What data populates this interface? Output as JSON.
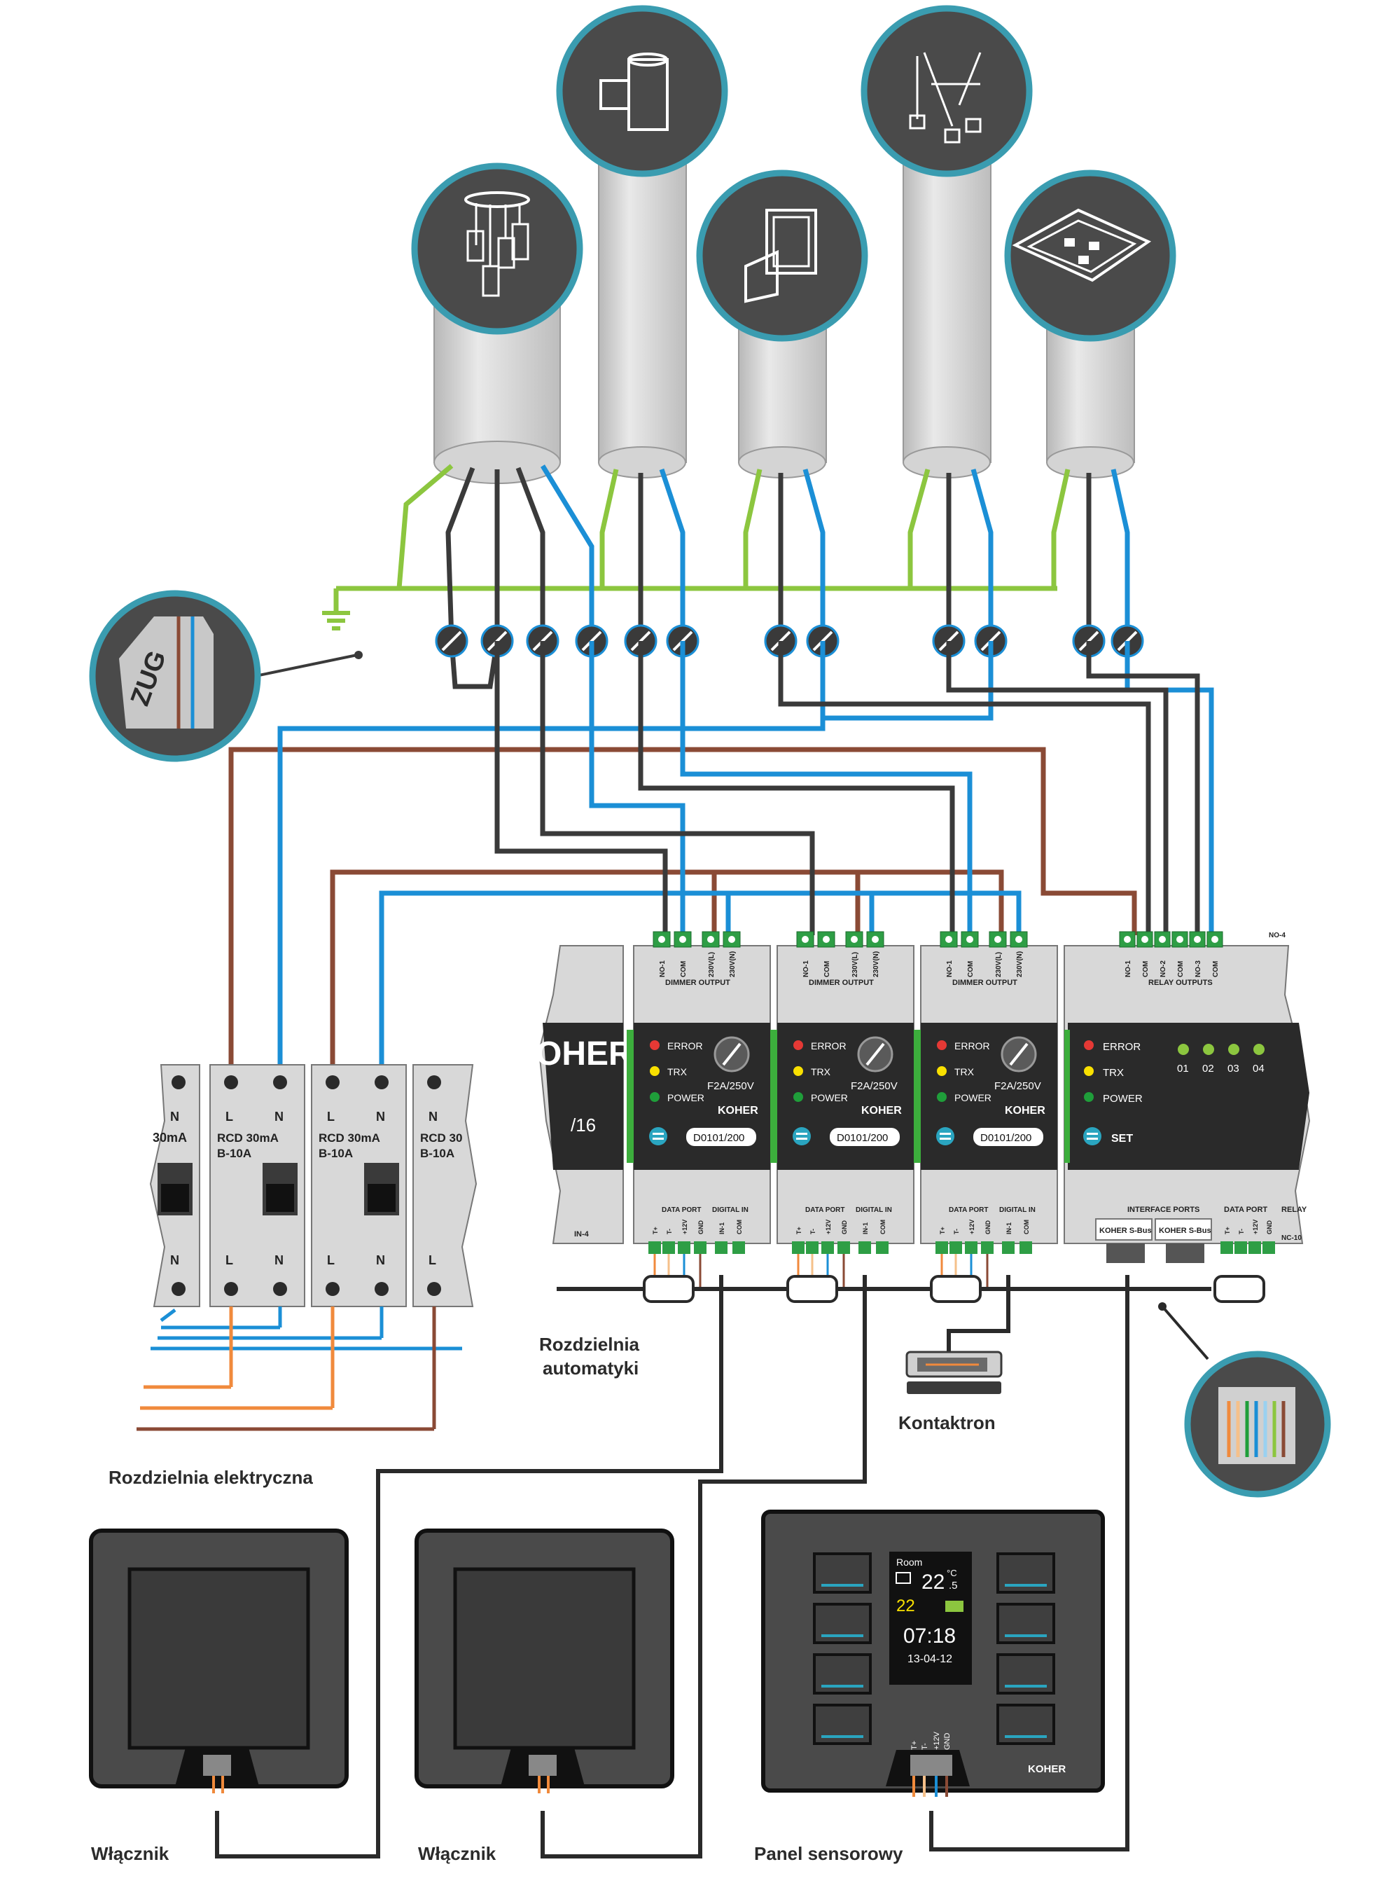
{
  "colors": {
    "earth": "#8cc63f",
    "live": "#3a3a3a",
    "neutral": "#1b8fd6",
    "phase": "#8a4a35",
    "bus_orange": "#f08a3c",
    "module_dark": "#2a2a2a",
    "module_grey": "#d8d8d8",
    "icon_ring": "#3a9cb0",
    "led_red": "#e53935",
    "led_yellow": "#f9e000",
    "led_green": "#1f9e3a"
  },
  "loads": {
    "icons": [
      "pendant-lamp-icon",
      "wall-lamp-icon",
      "cabinet-light-icon",
      "chandelier-icon",
      "ceiling-panel-icon"
    ]
  },
  "zug_callout": {
    "text": "ZUG"
  },
  "rcd": {
    "modules": [
      {
        "top": "N",
        "label": "30mA",
        "bottom_label": "N"
      },
      {
        "top_l": "L",
        "top_n": "N",
        "label1": "RCD 30mA",
        "label2": "B-10A",
        "bottom_l": "L",
        "bottom_n": "N"
      },
      {
        "top_l": "L",
        "top_n": "N",
        "label1": "RCD 30mA",
        "label2": "B-10A",
        "bottom_l": "L",
        "bottom_n": "N"
      },
      {
        "top_n": "N",
        "label1": "RCD 30",
        "label2": "B-10A",
        "bottom_l": "L"
      }
    ]
  },
  "dimmers": [
    {
      "header": "DIMMER OUTPUT",
      "terms_top": [
        "NO-1",
        "COM",
        "230V(L)",
        "230V(N)"
      ],
      "leds": [
        "ERROR",
        "TRX",
        "POWER"
      ],
      "fuse": "F2A/250V",
      "brand": "KOHER",
      "model": "D0101/200",
      "footer_left": "DATA PORT",
      "footer_right": "DIGITAL IN",
      "terms_bottom": [
        "T+",
        "T-",
        "+12V",
        "GND",
        "IN-1",
        "COM"
      ]
    },
    {
      "header": "DIMMER OUTPUT",
      "terms_top": [
        "NO-1",
        "COM",
        "230V(L)",
        "230V(N)"
      ],
      "leds": [
        "ERROR",
        "TRX",
        "POWER"
      ],
      "fuse": "F2A/250V",
      "brand": "KOHER",
      "model": "D0101/200",
      "footer_left": "DATA PORT",
      "footer_right": "DIGITAL IN",
      "terms_bottom": [
        "T+",
        "T-",
        "+12V",
        "GND",
        "IN-1",
        "COM"
      ]
    },
    {
      "header": "DIMMER OUTPUT",
      "terms_top": [
        "NO-1",
        "COM",
        "230V(L)",
        "230V(N)"
      ],
      "leds": [
        "ERROR",
        "TRX",
        "POWER"
      ],
      "fuse": "F2A/250V",
      "brand": "KOHER",
      "model": "D0101/200",
      "footer_left": "DATA PORT",
      "footer_right": "DIGITAL IN",
      "terms_bottom": [
        "T+",
        "T-",
        "+12V",
        "GND",
        "IN-1",
        "COM"
      ]
    }
  ],
  "relay": {
    "header": "RELAY OUTPUTS",
    "terms_top": [
      "NO-1",
      "COM",
      "NO-2",
      "COM",
      "NO-3",
      "COM"
    ],
    "leds": [
      "ERROR",
      "TRX",
      "POWER"
    ],
    "channels": [
      "01",
      "02",
      "03",
      "04"
    ],
    "set": "SET",
    "footer_interface": "INTERFACE PORTS",
    "footer_data": "DATA PORT",
    "footer_relay": "RELAY",
    "ports": [
      "KOHER S-Bus",
      "KOHER S-Bus"
    ],
    "terms_bottom": [
      "T+",
      "T-",
      "+12V",
      "GND"
    ],
    "extra_top": "NO-4",
    "extra_bottom": "NC-10"
  },
  "left_module": {
    "brand": "OHER",
    "model": "/16",
    "term": "IN-4"
  },
  "panel": {
    "room": "Room",
    "temp1": "22",
    "temp1_dec": ".5",
    "temp1_unit": "°C",
    "temp2": "22",
    "time": "07:18",
    "date": "13-04-12",
    "brand": "KOHER",
    "terms": [
      "T+",
      "T-",
      "+12V",
      "GND"
    ]
  },
  "labels": {
    "rozdzielnia_automatyki_1": "Rozdzielnia",
    "rozdzielnia_automatyki_2": "automatyki",
    "kontaktron": "Kontaktron",
    "rozdzielnia_elektryczna": "Rozdzielnia elektryczna",
    "wlacznik1": "Włącznik",
    "wlacznik2": "Włącznik",
    "panel_sensorowy": "Panel sensorowy"
  }
}
